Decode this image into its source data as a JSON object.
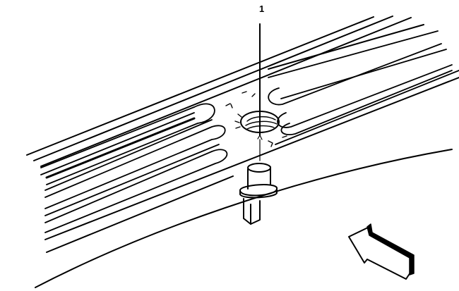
{
  "diagram": {
    "type": "technical-line-illustration",
    "subject": "Push-pin retainer clip installing into ribbed trim panel (sill plate) hole",
    "callouts": [
      {
        "id": "1",
        "label": "1",
        "target": "push-pin retainer hole"
      }
    ],
    "components": [
      {
        "name": "ribbed-trim-panel",
        "description": "Angled panel with long rounded-end ribs"
      },
      {
        "name": "mounting-hole",
        "description": "Circular threaded hole in panel center"
      },
      {
        "name": "push-pin-retainer",
        "description": "Cylindrical push-pin clip with flange and split tip"
      },
      {
        "name": "body-surface",
        "description": "Curved underlying body panel"
      },
      {
        "name": "direction-arrow",
        "description": "3D arrow pointing toward front/left"
      }
    ],
    "colors": {
      "line": "#000000",
      "background": "#ffffff"
    }
  }
}
